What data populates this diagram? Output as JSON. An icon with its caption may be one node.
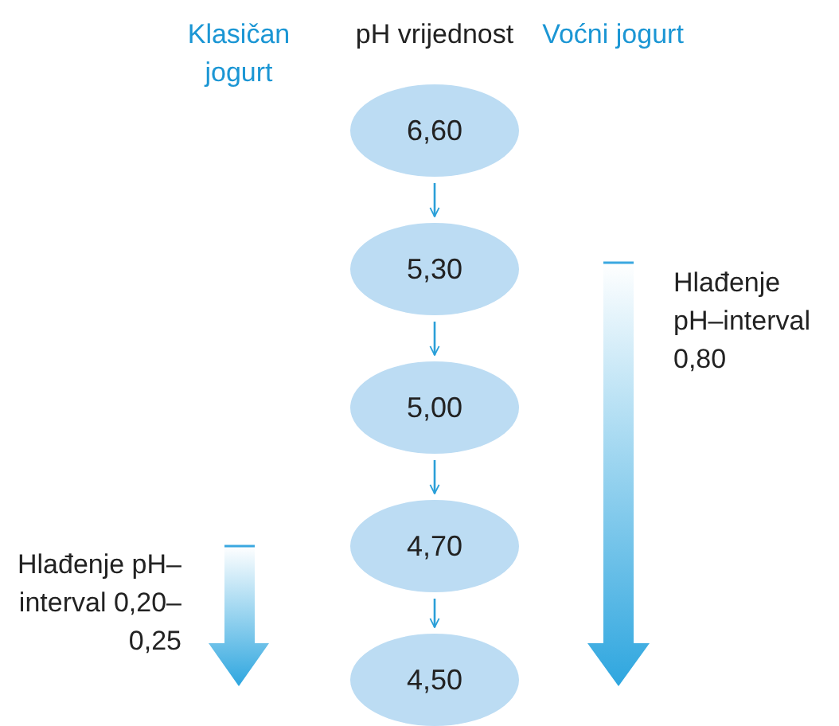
{
  "diagram": {
    "nodes": [
      {
        "text": [
          "6,60"
        ]
      },
      {
        "text": [
          "5,30"
        ]
      },
      {
        "text": [
          "5,00"
        ]
      },
      {
        "text": [
          "4,70"
        ]
      },
      {
        "text": [
          "4,50"
        ]
      }
    ],
    "edges": [
      {
        "from": 0,
        "to": 1,
        "arrow": "to"
      },
      {
        "from": 1,
        "to": 2,
        "arrow": "to"
      },
      {
        "from": 2,
        "to": 3,
        "arrow": "to"
      },
      {
        "from": 3,
        "to": 4,
        "arrow": "to"
      }
    ],
    "labels": [
      "Klasičan jogurt",
      "pH vrijednost",
      "Voćni jogurt",
      "Hlađenje pH–interval 0,80",
      "Hlađenje pH–interval 0,20–0,25"
    ]
  }
}
